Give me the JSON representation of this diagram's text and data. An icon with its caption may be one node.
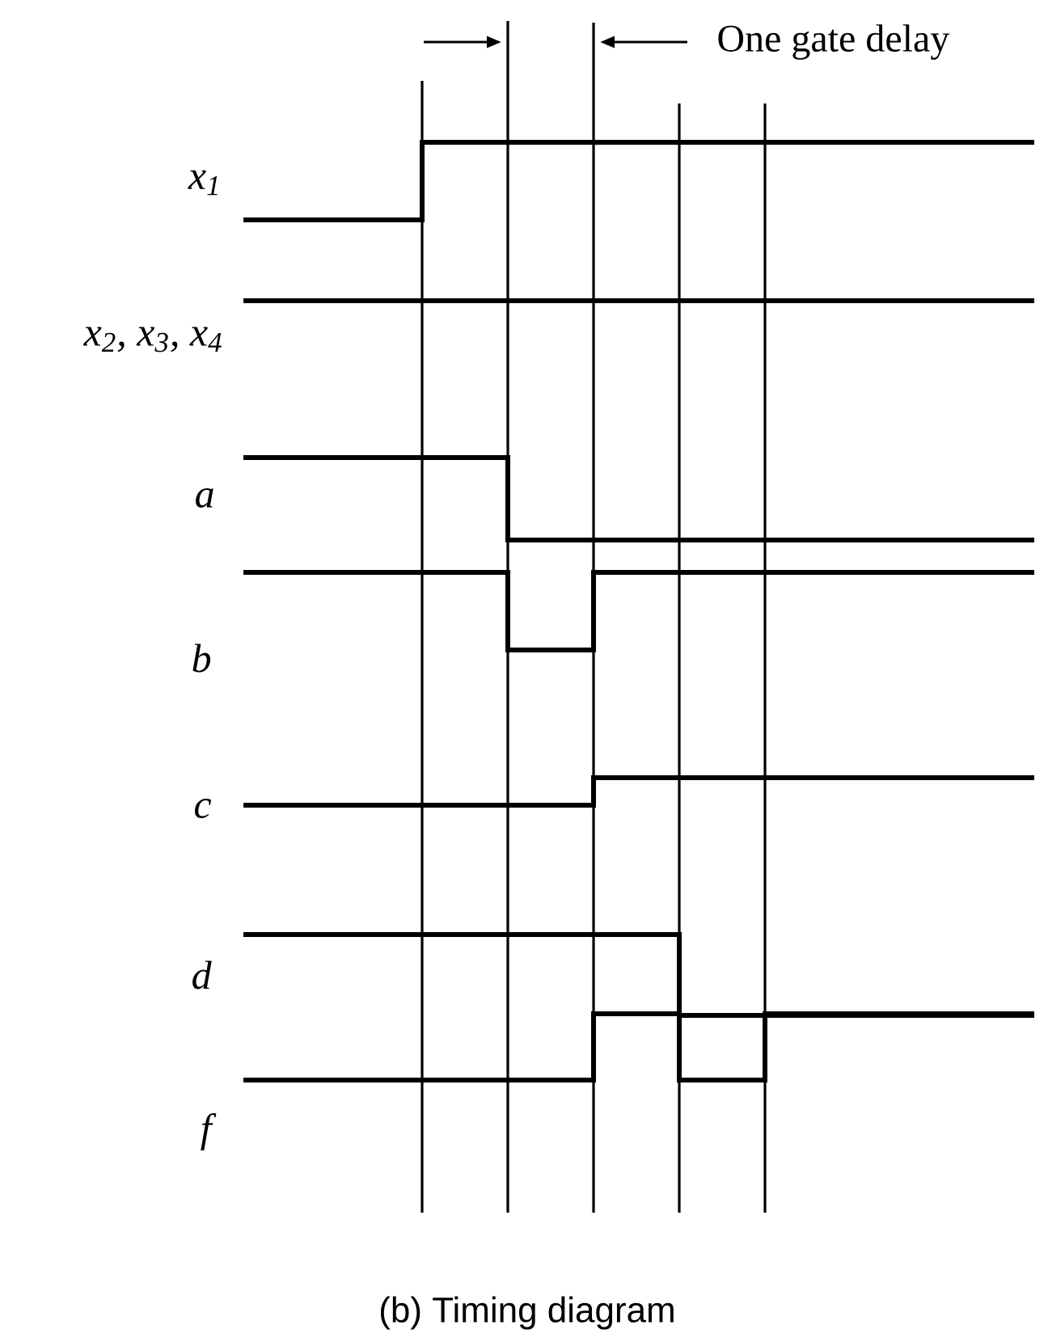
{
  "diagram": {
    "caption": "(b) Timing diagram",
    "labels": [
      "One gate delay",
      "x$_{1}$",
      "x$_{2}$, x$_{3}$, x$_{4}$",
      "a",
      "b",
      "c",
      "d",
      "f"
    ]
  }
}
